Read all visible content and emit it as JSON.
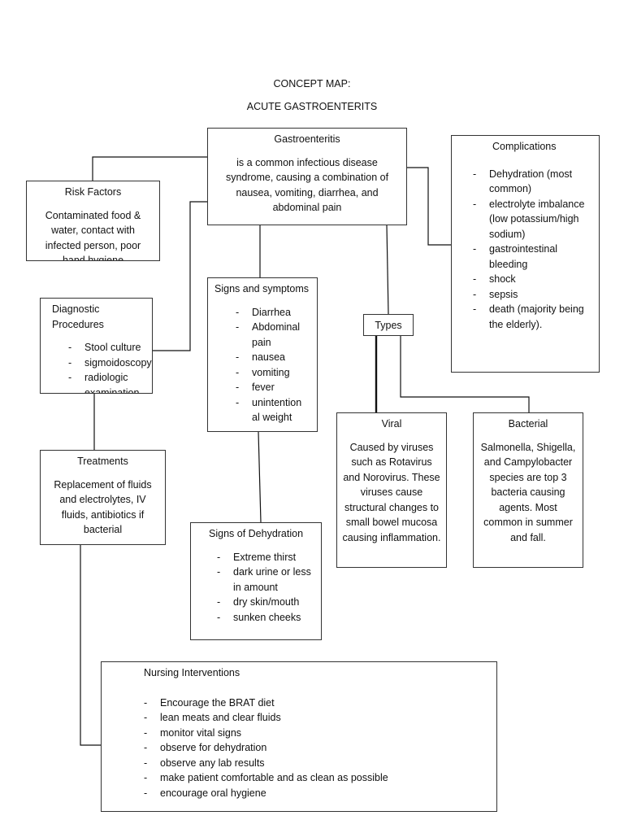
{
  "title": {
    "line1": "CONCEPT MAP:",
    "line2": "ACUTE GASTROENTERITS"
  },
  "gastro": {
    "title": "Gastroenteritis",
    "body": "is a common infectious disease syndrome, causing a combination of nausea, vomiting, diarrhea, and abdominal pain"
  },
  "complications": {
    "title": "Complications",
    "items": [
      "Dehydration (most common)",
      "electrolyte imbalance (low potassium/high sodium)",
      "gastrointestinal bleeding",
      "shock",
      "sepsis",
      "death (majority being the elderly)."
    ]
  },
  "risk": {
    "title": "Risk Factors",
    "body": "Contaminated food & water, contact with infected person, poor hand hygiene"
  },
  "diagnostic": {
    "title": "Diagnostic Procedures",
    "items": [
      "Stool culture",
      "sigmoidoscopy",
      "radiologic examination"
    ]
  },
  "signs": {
    "title": "Signs and symptoms",
    "items": [
      "Diarrhea",
      "Abdominal pain",
      "nausea",
      "vomiting",
      "fever",
      "unintention al weight"
    ]
  },
  "types": {
    "title": "Types"
  },
  "viral": {
    "title": "Viral",
    "body": "Caused by viruses such as Rotavirus and Norovirus. These viruses cause structural changes to small bowel mucosa causing inflammation."
  },
  "bacterial": {
    "title": "Bacterial",
    "body": "Salmonella, Shigella, and Campylobacter species are top 3 bacteria causing agents. Most common in summer and fall."
  },
  "treatments": {
    "title": "Treatments",
    "body": "Replacement of fluids and electrolytes, IV fluids, antibiotics if bacterial"
  },
  "dehydration": {
    "title": "Signs of Dehydration",
    "items": [
      "Extreme thirst",
      "dark urine or less in amount",
      "dry skin/mouth",
      "sunken cheeks"
    ]
  },
  "nursing": {
    "title": "Nursing Interventions",
    "items": [
      "Encourage the BRAT diet",
      "lean meats and clear fluids",
      "monitor vital signs",
      "observe for dehydration",
      "observe any lab results",
      "make patient comfortable and as clean as possible",
      "encourage oral hygiene"
    ]
  }
}
